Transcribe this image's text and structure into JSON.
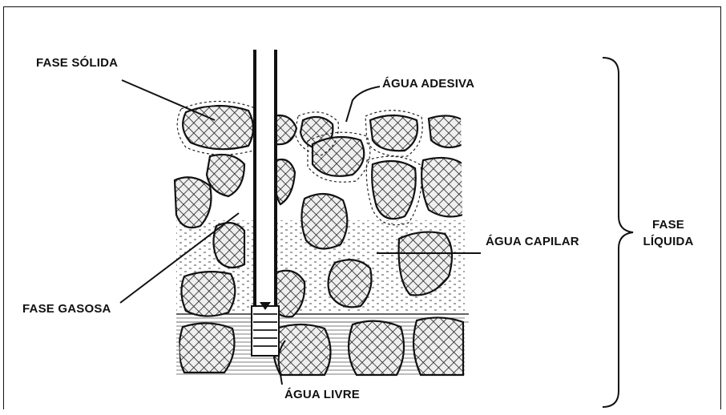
{
  "labels": {
    "solid_phase": "FASE SÓLIDA",
    "adhesive_water": "ÁGUA ADESIVA",
    "capillary_water": "ÁGUA CAPILAR",
    "gas_phase": "FASE GASOSA",
    "free_water": "ÁGUA LIVRE",
    "liquid_phase_line1": "FASE",
    "liquid_phase_line2": "LÍQUIDA"
  },
  "colors": {
    "ink": "#111111",
    "particle_fill": "#ececec",
    "capillary_dots": "#555555",
    "free_water_lines": "#8a8a8a",
    "background": "#ffffff"
  }
}
